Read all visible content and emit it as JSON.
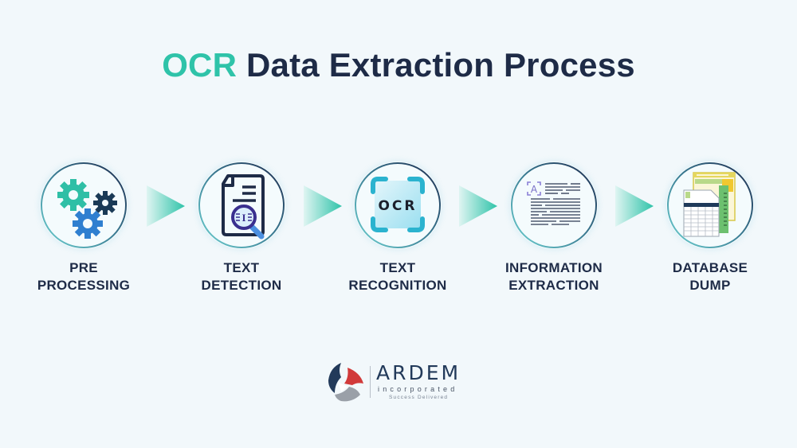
{
  "title": {
    "accent": "OCR",
    "rest": "Data Extraction Process"
  },
  "steps": [
    {
      "icon": "gears-icon",
      "line1": "PRE",
      "line2": "PROCESSING"
    },
    {
      "icon": "document-search-icon",
      "line1": "TEXT",
      "line2": "DETECTION"
    },
    {
      "icon": "ocr-scan-icon",
      "line1": "TEXT",
      "line2": "RECOGNITION",
      "icon_text": "OCR"
    },
    {
      "icon": "text-document-icon",
      "line1": "INFORMATION",
      "line2": "EXTRACTION",
      "icon_text": "A"
    },
    {
      "icon": "spreadsheet-icon",
      "line1": "DATABASE",
      "line2": "DUMP"
    }
  ],
  "arrows": 4,
  "logo": {
    "name": "ARDEM",
    "sub": "incorporated",
    "tagline": "Success Delivered"
  },
  "colors": {
    "accent": "#2fc3a9",
    "navy": "#1e2b47",
    "background": "#f2f8fb"
  }
}
